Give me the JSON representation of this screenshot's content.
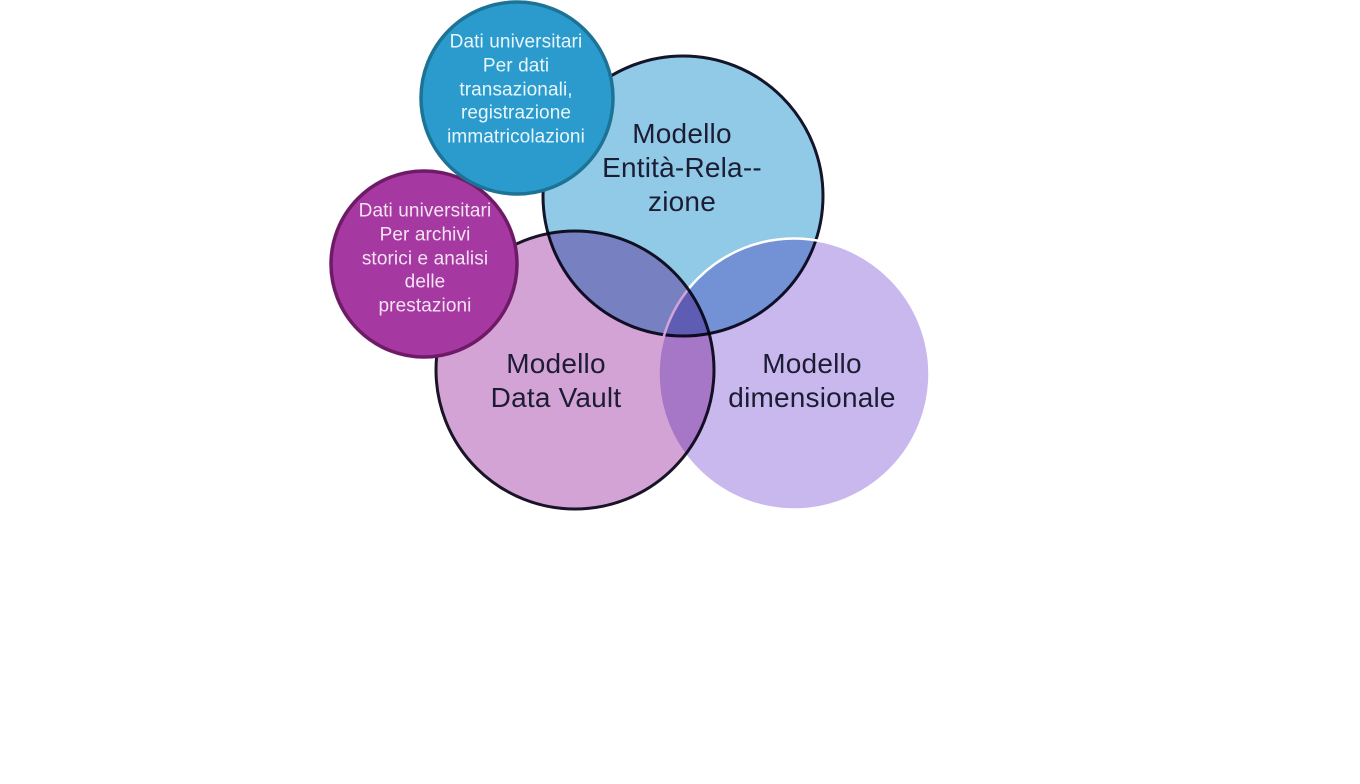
{
  "diagram": {
    "background": "#ffffff",
    "circles": {
      "source_transactional": {
        "label": "Dati universitari\nPer dati\ntransazionali,\nregistrazione\nimmatricolazioni",
        "fill": "#2b9bcd",
        "stroke": "#1d7396",
        "text_color": "#e8f6fc"
      },
      "source_historical": {
        "label": "Dati universitari\nPer archivi\nstorici e analisi\ndelle\nprestazioni",
        "fill": "#a538a1",
        "stroke": "#6f1a67",
        "text_color": "#f5e3f4"
      },
      "er_model": {
        "label": "Modello\nEntità-Rela--\nzione",
        "fill": "#90cae6",
        "stroke": "#14142a",
        "text_color": "#1c1c34"
      },
      "data_vault_model": {
        "label": "Modello\nData Vault",
        "fill": "#d3a3d6",
        "stroke": "#1a1428",
        "text_color": "#1c1c34"
      },
      "dimensional_model": {
        "label": "Modello\ndimensionale",
        "fill": "#c9b8ed",
        "edge_highlight": "#ffffff",
        "text_color": "#1c1c34"
      }
    }
  }
}
